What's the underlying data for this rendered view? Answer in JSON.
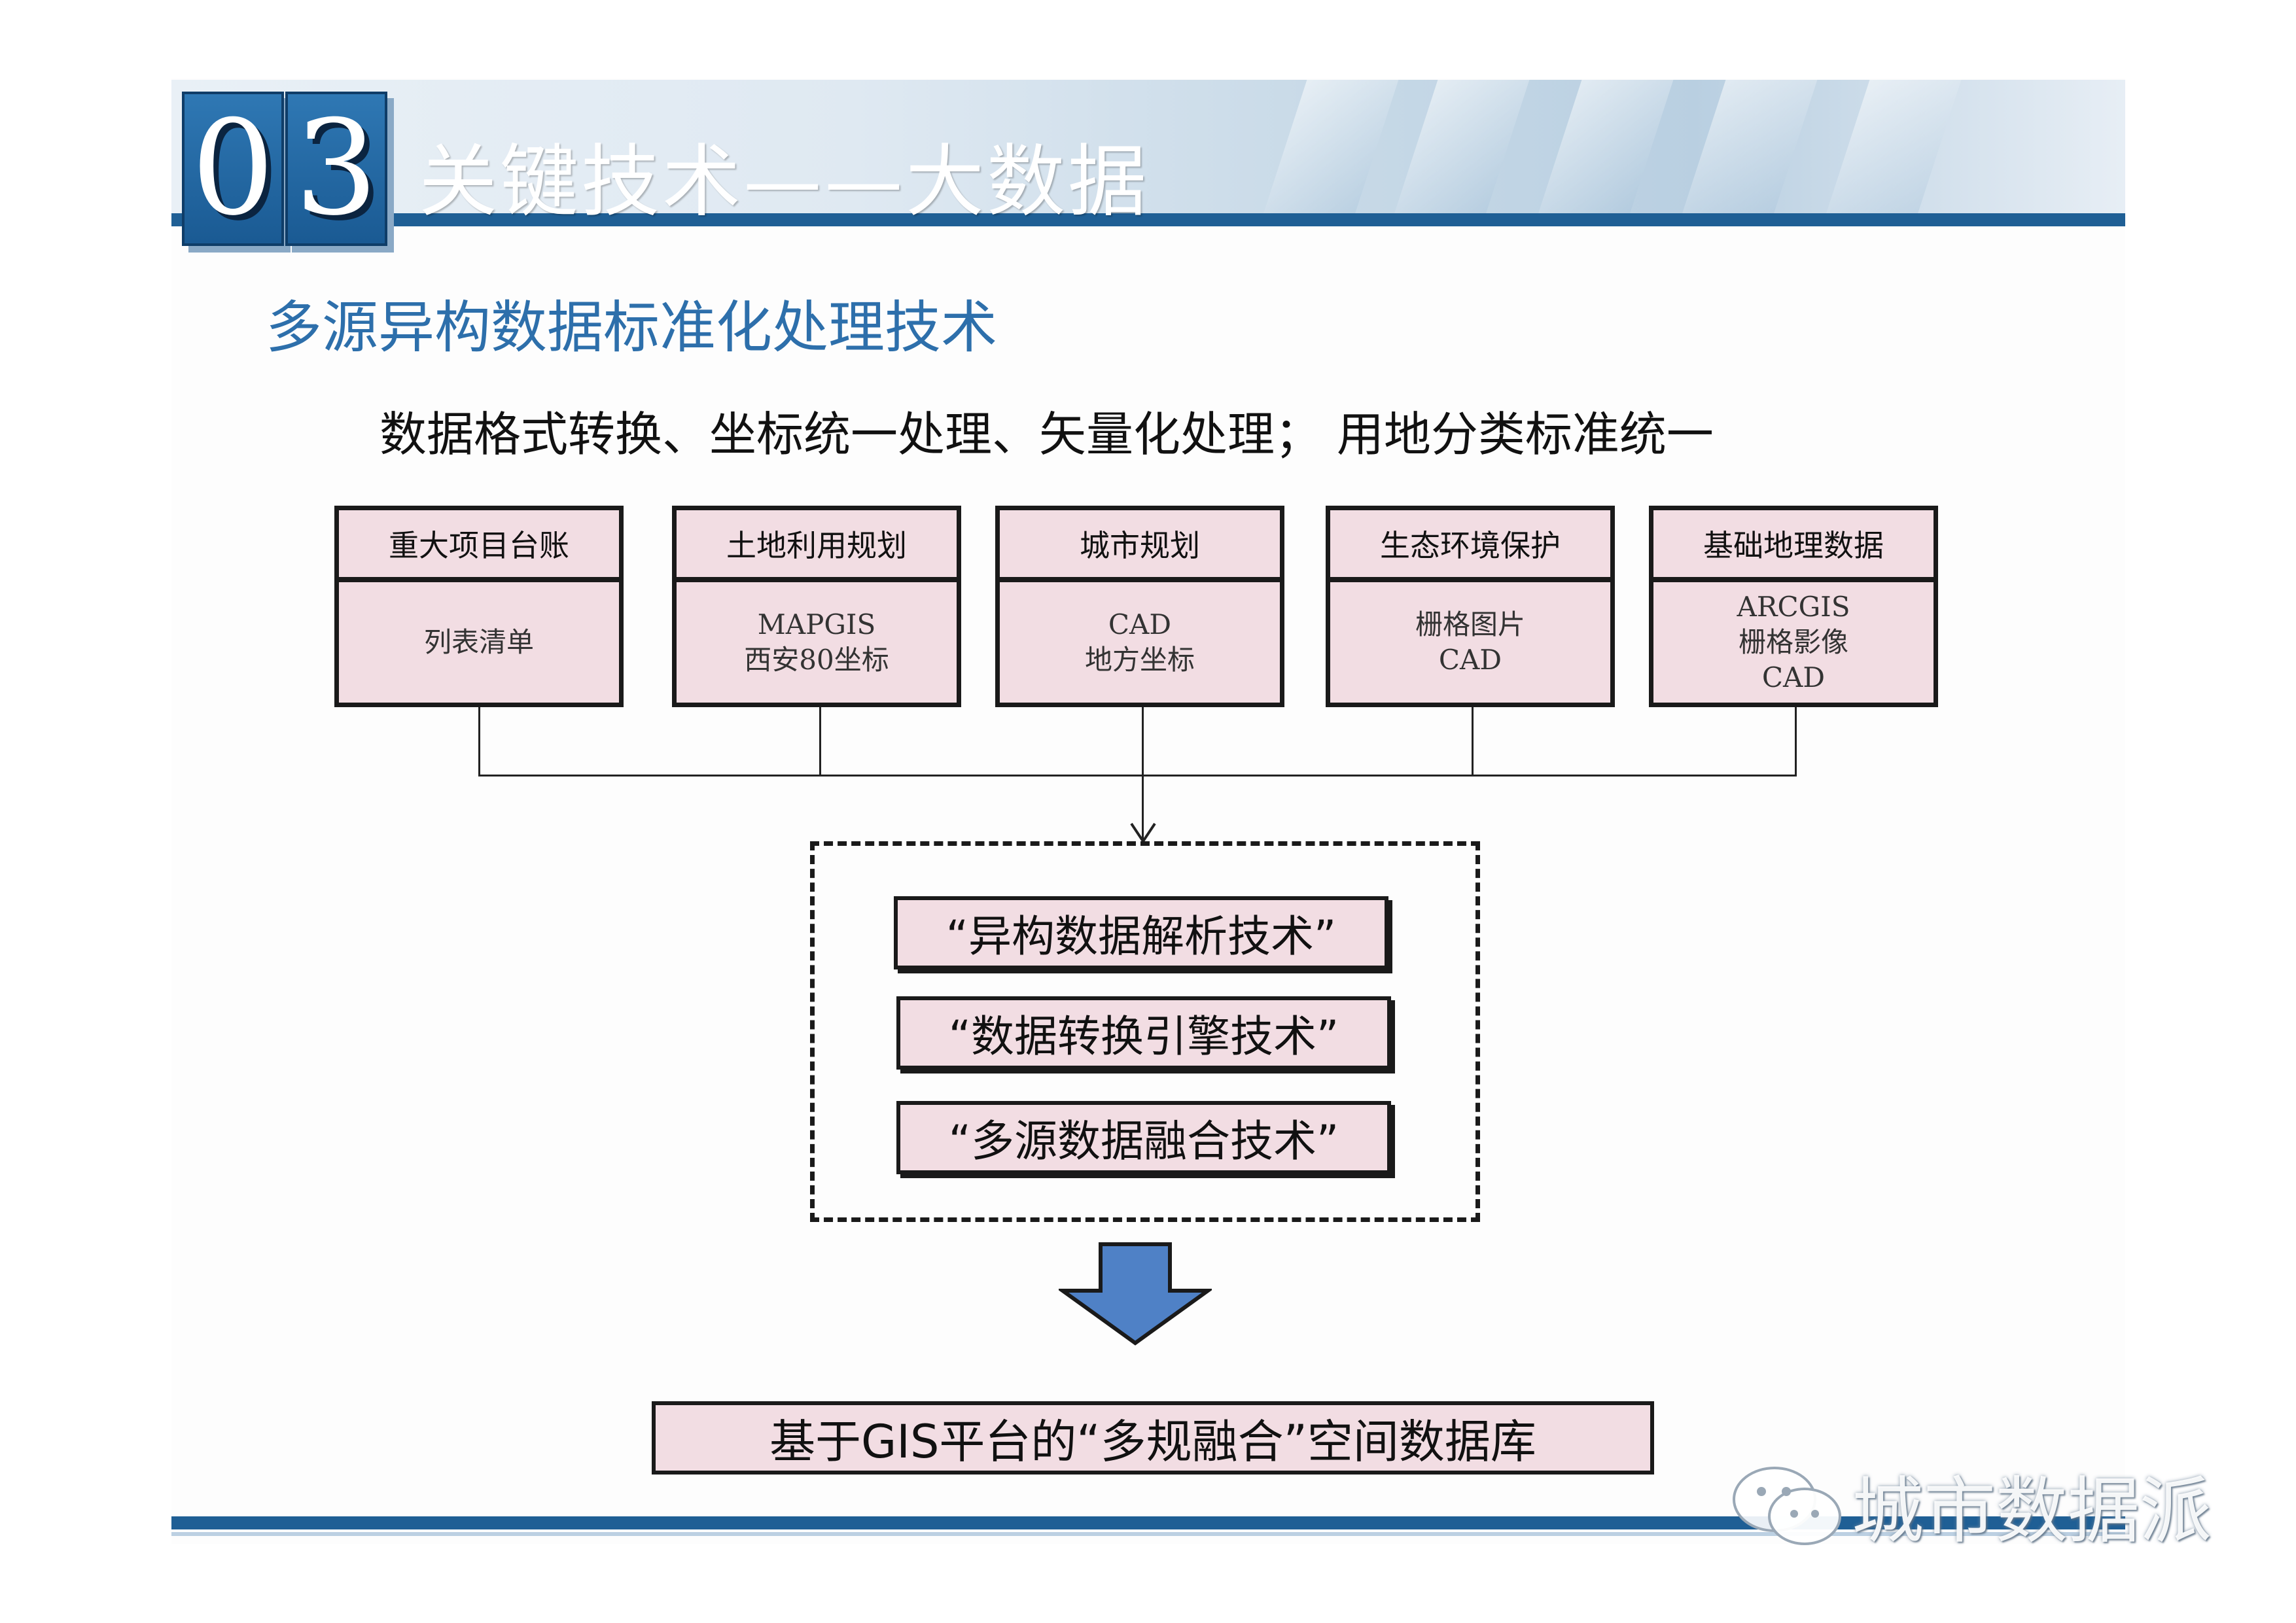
{
  "header": {
    "digit_1": "0",
    "digit_2": "3",
    "title": "关键技术——大数据"
  },
  "section_title": "多源异构数据标准化处理技术",
  "subtitle": "数据格式转换、坐标统一处理、矢量化处理；  用地分类标准统一",
  "sources": [
    {
      "title": "重大项目台账",
      "lines": [
        "列表清单"
      ]
    },
    {
      "title": "土地利用规划",
      "lines": [
        "MAPGIS",
        "西安80坐标"
      ]
    },
    {
      "title": "城市规划",
      "lines": [
        "CAD",
        "地方坐标"
      ]
    },
    {
      "title": "生态环境保护",
      "lines": [
        "栅格图片",
        "CAD"
      ]
    },
    {
      "title": "基础地理数据",
      "lines": [
        "ARCGIS",
        "栅格影像",
        "CAD"
      ]
    }
  ],
  "techniques": [
    "“异构数据解析技术”",
    "“数据转换引擎技术”",
    "“多源数据融合技术”"
  ],
  "result": "基于GIS平台的“多规融合”空间数据库",
  "watermark": "城市数据派",
  "colors": {
    "header_blue": "#1f5f95",
    "section_blue": "#2d6fab",
    "box_fill": "#f2dde3",
    "arrow_fill": "#4f81c6"
  },
  "icons": {
    "down_arrow": "down-arrow-icon",
    "watermark": "wechat-icon"
  }
}
